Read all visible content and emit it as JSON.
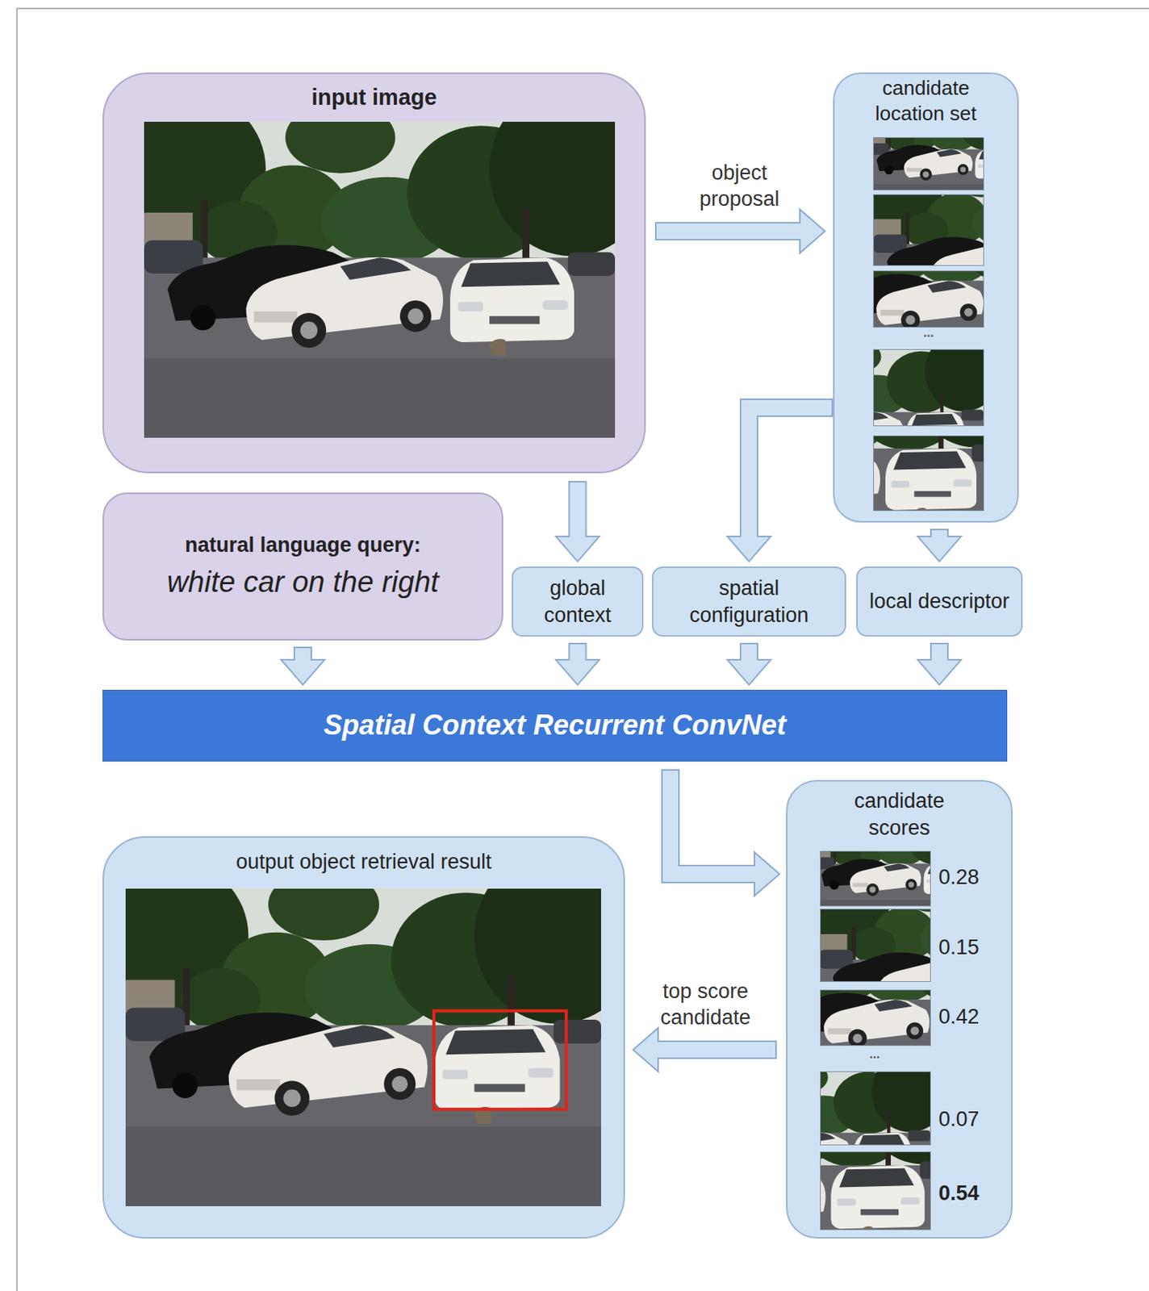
{
  "diagram": {
    "nodes": [
      {
        "text": [
          "input image"
        ]
      },
      {
        "text": [
          "candidate location set"
        ]
      },
      {
        "text": [
          "natural language query:",
          "white car on the right"
        ]
      },
      {
        "text": [
          "global context"
        ]
      },
      {
        "text": [
          "spatial configuration"
        ]
      },
      {
        "text": [
          "local descriptor"
        ]
      },
      {
        "text": [
          "Spatial Context Recurrent ConvNet"
        ]
      },
      {
        "text": [
          "candidate scores",
          "0.28",
          "0.15",
          "0.42",
          "0.07",
          "0.54"
        ]
      },
      {
        "text": [
          "output object retrieval result"
        ]
      }
    ],
    "edges": [
      {
        "from": 0,
        "to": 1,
        "arrow": "to",
        "label": "object proposal"
      },
      {
        "from": 0,
        "to": 3,
        "arrow": "to"
      },
      {
        "from": 1,
        "to": 4,
        "arrow": "to"
      },
      {
        "from": 1,
        "to": 5,
        "arrow": "to"
      },
      {
        "from": 2,
        "to": 6,
        "arrow": "to"
      },
      {
        "from": 3,
        "to": 6,
        "arrow": "to"
      },
      {
        "from": 4,
        "to": 6,
        "arrow": "to"
      },
      {
        "from": 5,
        "to": 6,
        "arrow": "to"
      },
      {
        "from": 6,
        "to": 7,
        "arrow": "to"
      },
      {
        "from": 7,
        "to": 8,
        "arrow": "to",
        "label": "top score candidate"
      }
    ],
    "labels": [
      "...",
      "..."
    ]
  }
}
